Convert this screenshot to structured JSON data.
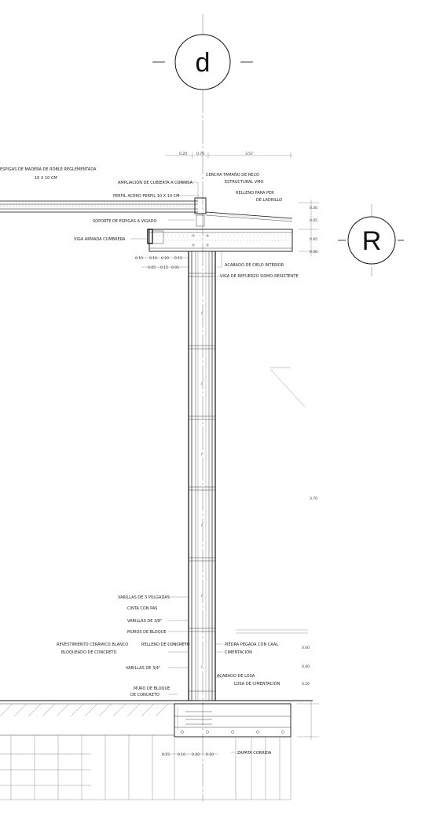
{
  "axes": {
    "top_axis": "d",
    "right_axis": "R"
  },
  "callouts": {
    "c01": "ESPIGAS DE MADERA DE ROBLE REGLEMENTADA",
    "c02": "10 X 10 CM",
    "c03": "AMPLIACIÓN DE CUBIERTA A CORNISA",
    "c04": "CERCHA TAMAÑO DE RECO",
    "c05": "ESTRUCTURAL VMO",
    "c06": "RELLENO PARA PER",
    "c07": "DE LADRILLO",
    "c08": "PERFIL ACERO PERFIL 10 X 10 CM",
    "c09": "SOPORTE DE ESPIGAS A VIGADO",
    "c10": "VIGA ARMADA CUMBRERA",
    "c11": "ACABADO DE CIELO INTERIOR",
    "c12": "VIGA DE REFUERZO SISMO-RESISTENTE",
    "c13": "VARILLAS DE 3 PULGADAS",
    "c14": "CINTA CON PAS",
    "c15": "VARILLAS DE 3/8\"",
    "c16": "MUROS DE BLOQUE",
    "c17": "REVESTIMIENTO CERÁMICO BLANCO",
    "c18": "RELLENO DE CONCRETO",
    "c19": "BLOQUEADO DE CONCRETO",
    "c20": "VARILLAS DE 3/4\"",
    "c21": "PIEDRA PEGADA CON CAAL",
    "c22": "CIMENTACIÓN",
    "c23": "ACABADO DE LOSA",
    "c24": "LOSA DE CIMENTACIÓN",
    "c25": "MURO DE BLOQUE",
    "c26": "DE CONCRETO",
    "c27": "ZAPATA CORRIDA"
  },
  "dimensions": {
    "d01": "0.20",
    "d02": "0.70",
    "d03": "3.57",
    "d04": "0.10",
    "d05": "0.10",
    "d06": "0.20",
    "d07": "0.15",
    "d08": "0.05",
    "d09": "0.15",
    "d10": "0.05",
    "d11": "0.30",
    "d12": "3.70",
    "d13": "0.05",
    "d14": "0.05",
    "d15": "0.30",
    "d16": "0.00",
    "d17": "0.40",
    "d18": "0.20",
    "d19": "0.15",
    "d20": "0.10",
    "d21": "0.20",
    "d22": "0.10"
  }
}
